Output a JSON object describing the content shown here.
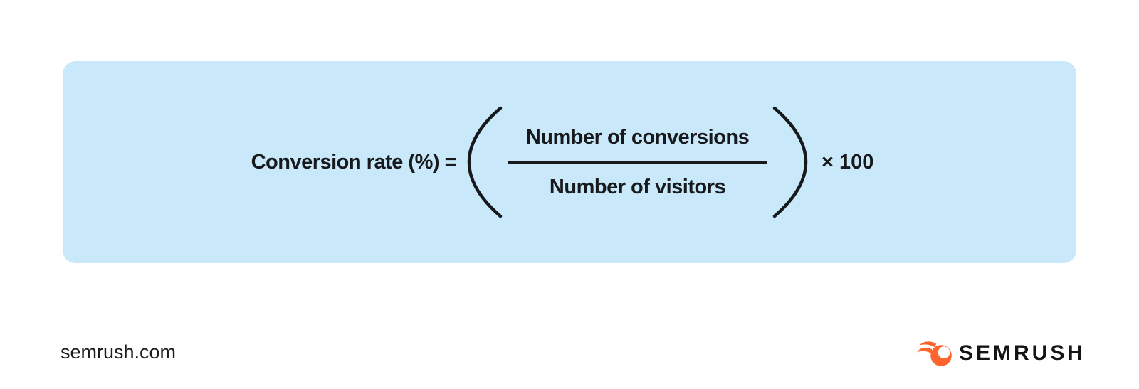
{
  "formula": {
    "label": "Conversion rate (%) =",
    "numerator": "Number of conversions",
    "denominator": "Number of visitors",
    "multiplier": "× 100"
  },
  "footer": {
    "website": "semrush.com",
    "brand": "SEMRUSH"
  },
  "icons": {
    "left_paren": "left-parenthesis-icon",
    "right_paren": "right-parenthesis-icon",
    "brand_icon": "semrush-fireball-icon"
  },
  "colors": {
    "panel_bg": "#C9E9FB",
    "text": "#17191C",
    "brand_orange": "#FF642D",
    "brand_text": "#141414"
  }
}
